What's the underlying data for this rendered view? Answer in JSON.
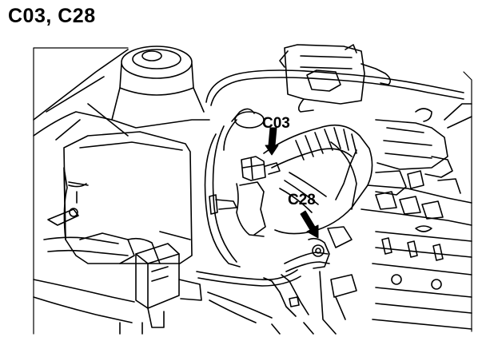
{
  "title": "C03, C28",
  "callouts": {
    "c03": "C03",
    "c28": "C28"
  },
  "colors": {
    "ink": "#000000",
    "paper": "#ffffff"
  }
}
